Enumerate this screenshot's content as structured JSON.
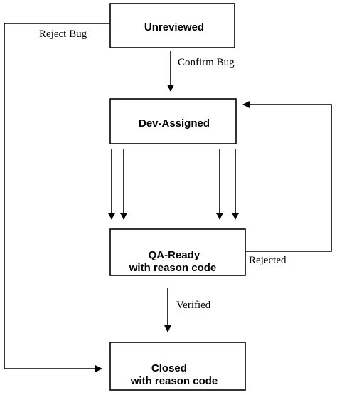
{
  "nodes": {
    "unreviewed": {
      "lines": [
        "Unreviewed"
      ]
    },
    "dev_assigned": {
      "lines": [
        "Dev-Assigned"
      ]
    },
    "qa_ready": {
      "lines": [
        "QA-Ready",
        "with reason code"
      ]
    },
    "closed": {
      "lines": [
        "Closed",
        "with reason code"
      ]
    }
  },
  "edges": {
    "reject_bug": "Reject Bug",
    "confirm_bug": "Confirm Bug",
    "rejected": "Rejected",
    "verified": "Verified"
  }
}
